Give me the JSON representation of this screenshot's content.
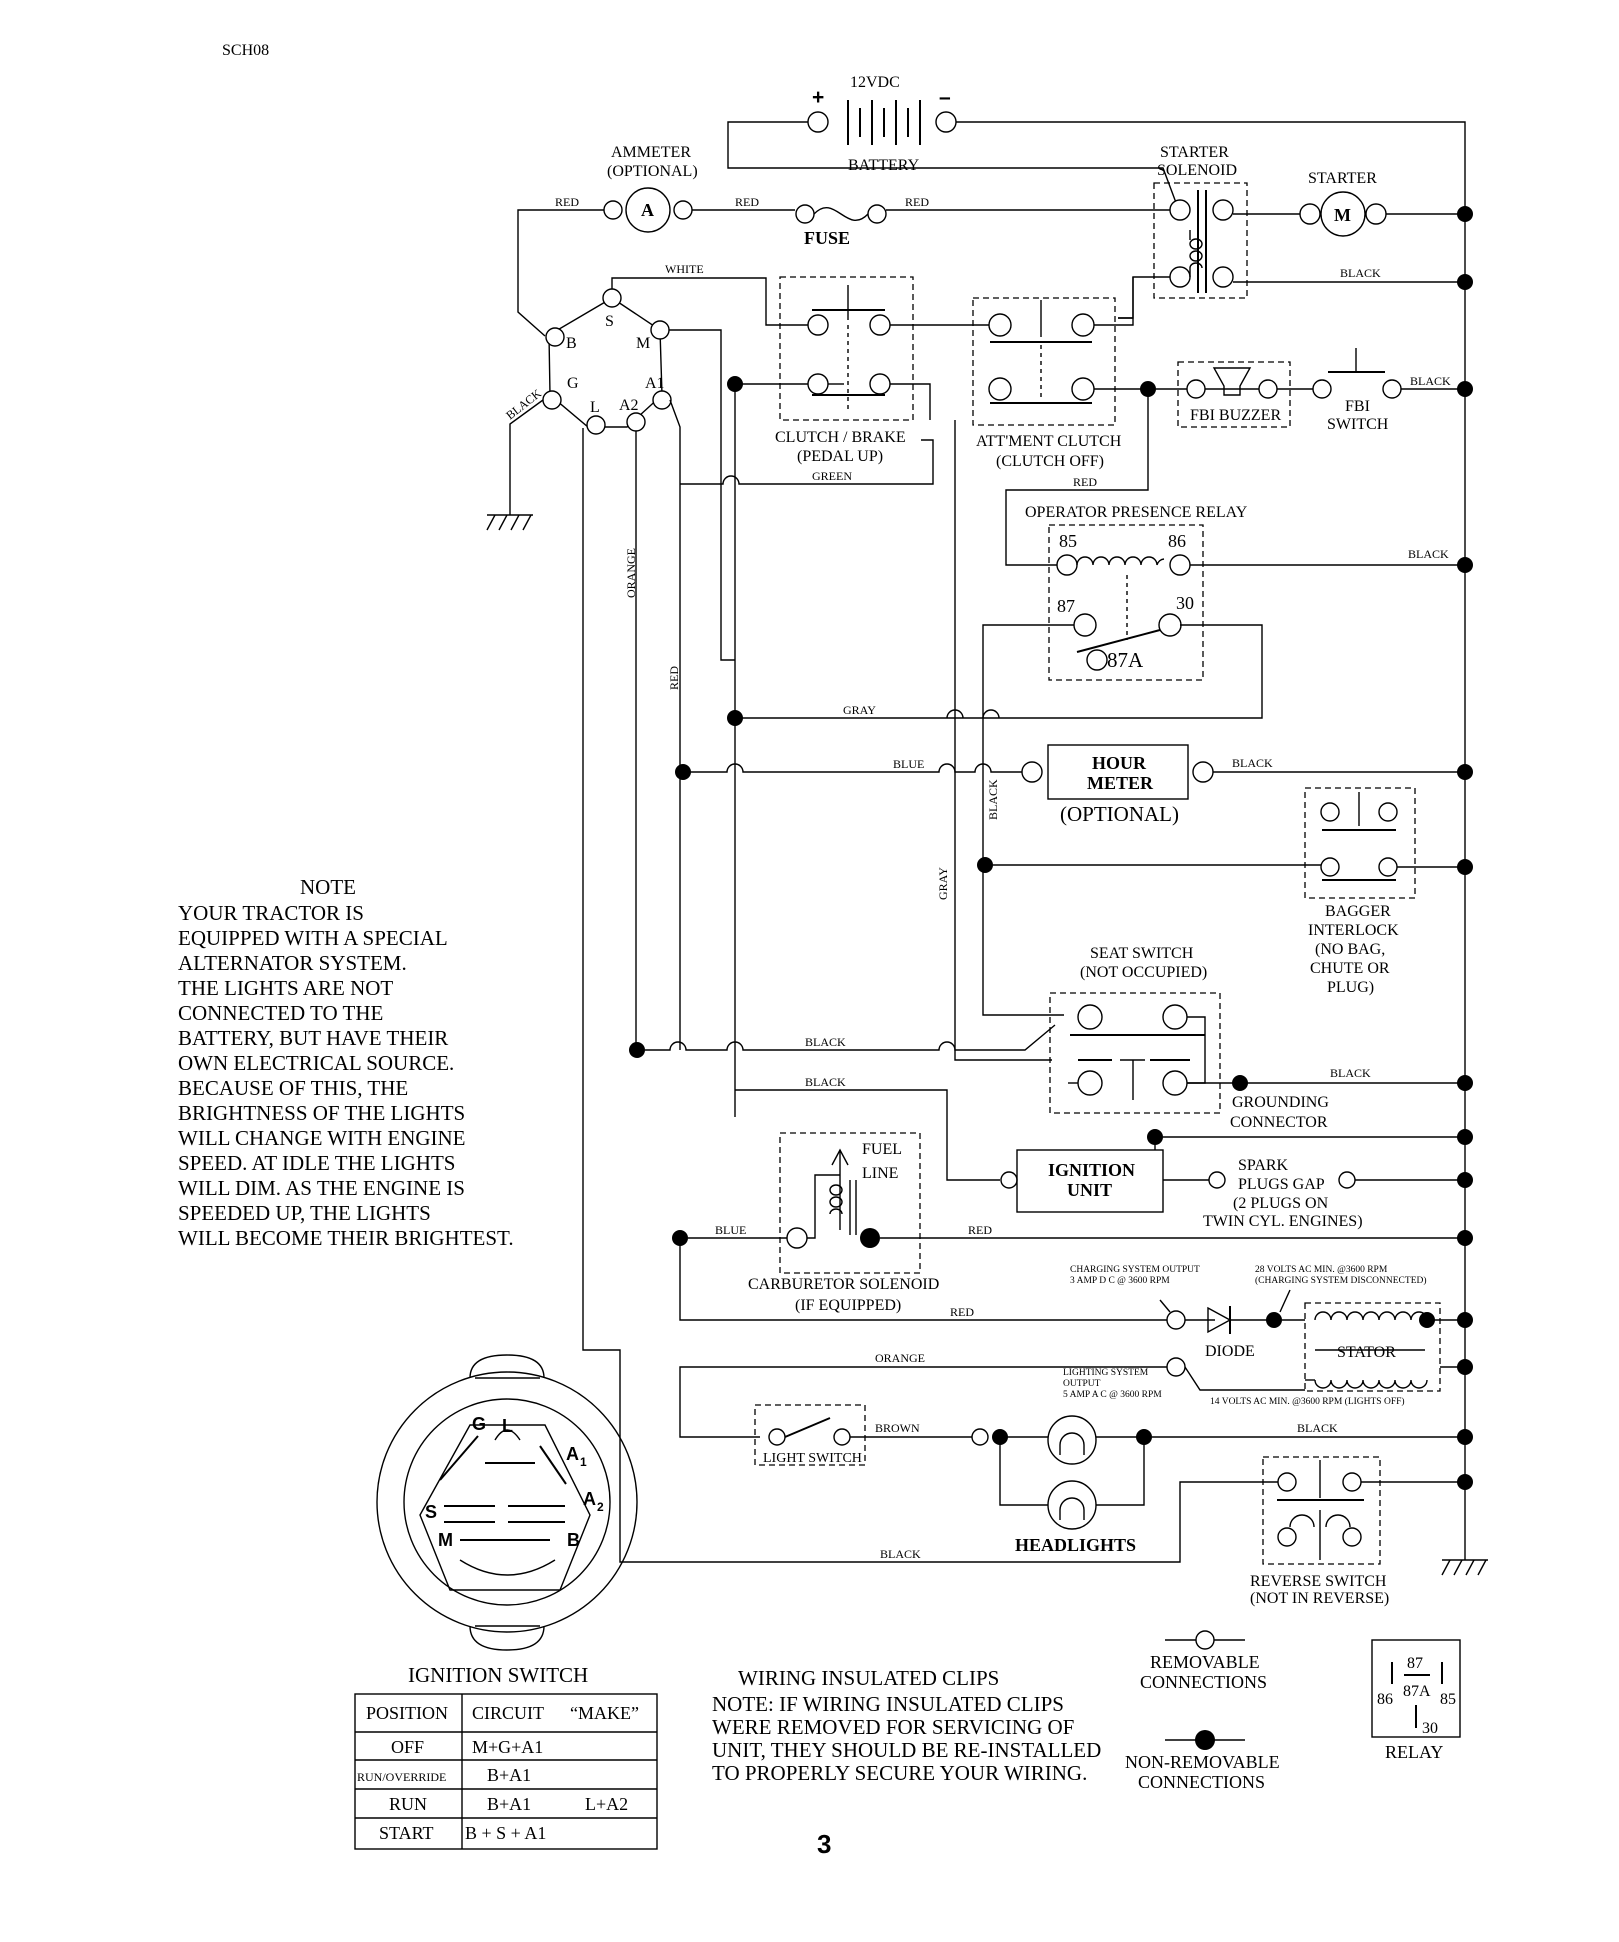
{
  "doc_code": "SCH08",
  "page_number": "3",
  "battery": {
    "voltage": "12VDC",
    "plus": "+",
    "minus": "–",
    "label": "BATTERY"
  },
  "ammeter": {
    "label1": "AMMETER",
    "label2": "(OPTIONAL)",
    "symbol": "A"
  },
  "fuse": "FUSE",
  "starter_solenoid": {
    "l1": "STARTER",
    "l2": "SOLENOID"
  },
  "starter": {
    "label": "STARTER",
    "symbol": "M"
  },
  "clutch_brake": {
    "l1": "CLUTCH / BRAKE",
    "l2": "(PEDAL UP)"
  },
  "attment_clutch": {
    "l1": "ATT'MENT CLUTCH",
    "l2": "(CLUTCH OFF)"
  },
  "fbi_buzzer": "FBI BUZZER",
  "fbi_switch": {
    "l1": "FBI",
    "l2": "SWITCH"
  },
  "opr": {
    "title": "OPERATOR PRESENCE RELAY",
    "p85": "85",
    "p86": "86",
    "p87": "87",
    "p30": "30",
    "p87a": "87A"
  },
  "hour_meter": {
    "l1": "HOUR",
    "l2": "METER",
    "opt": "(OPTIONAL)"
  },
  "bagger": {
    "l1": "BAGGER",
    "l2": "INTERLOCK",
    "l3": "(NO BAG,",
    "l4": "CHUTE OR",
    "l5": "PLUG)"
  },
  "seat_switch": {
    "l1": "SEAT SWITCH",
    "l2": "(NOT OCCUPIED)"
  },
  "grounding": {
    "l1": "GROUNDING",
    "l2": "CONNECTOR"
  },
  "ignition_unit": {
    "l1": "IGNITION",
    "l2": "UNIT"
  },
  "spark": {
    "l1": "SPARK",
    "l2": "PLUGS GAP",
    "l3": "(2 PLUGS ON",
    "l4": "TWIN CYL. ENGINES)"
  },
  "carb": {
    "fuel": "FUEL",
    "line": "LINE",
    "l1": "CARBURETOR SOLENOID",
    "l2": "(IF EQUIPPED)"
  },
  "charging": {
    "out1": "CHARGING SYSTEM OUTPUT",
    "out2": "3 AMP D C @ 3600 RPM",
    "min1": "28 VOLTS AC MIN. @3600 RPM",
    "min2": "(CHARGING SYSTEM DISCONNECTED)"
  },
  "diode": "DIODE",
  "stator": "STATOR",
  "lighting": {
    "l1": "LIGHTING SYSTEM",
    "l2": "OUTPUT",
    "l3": "5 AMP A C @ 3600 RPM",
    "l4": "14 VOLTS AC MIN. @3600 RPM (LIGHTS OFF)"
  },
  "light_switch": "LIGHT SWITCH",
  "headlights": "HEADLIGHTS",
  "reverse": {
    "l1": "REVERSE SWITCH",
    "l2": "(NOT IN REVERSE)"
  },
  "ign_terminals": {
    "b": "B",
    "s": "S",
    "m": "M",
    "g": "G",
    "a1": "A1",
    "l": "L",
    "a2": "A2"
  },
  "ign_face": {
    "g": "G",
    "l": "L",
    "a": "A",
    "one": "1",
    "two": "2",
    "s": "S",
    "m": "M",
    "b": "B"
  },
  "wires": {
    "red": "RED",
    "white": "WHITE",
    "black": "BLACK",
    "green": "GREEN",
    "orange": "ORANGE",
    "gray": "GRAY",
    "blue": "BLUE",
    "brown": "BROWN"
  },
  "note": {
    "title": "NOTE",
    "lines": [
      "YOUR TRACTOR IS",
      "EQUIPPED WITH A SPECIAL",
      "ALTERNATOR SYSTEM.",
      "THE LIGHTS ARE NOT",
      "CONNECTED TO THE",
      "BATTERY, BUT HAVE THEIR",
      "OWN ELECTRICAL SOURCE.",
      "BECAUSE OF THIS, THE",
      "BRIGHTNESS OF THE LIGHTS",
      "WILL CHANGE WITH ENGINE",
      "SPEED.  AT IDLE THE LIGHTS",
      "WILL DIM.  AS THE ENGINE IS",
      "SPEEDED UP, THE LIGHTS",
      "WILL BECOME THEIR BRIGHTEST."
    ]
  },
  "ignition_switch_title": "IGNITION SWITCH",
  "table": {
    "headers": [
      "POSITION",
      "CIRCUIT",
      "“MAKE”"
    ],
    "rows": [
      [
        "OFF",
        "M+G+A1",
        ""
      ],
      [
        "RUN/OVERRIDE",
        "B+A1",
        ""
      ],
      [
        "RUN",
        "B+A1",
        "L+A2"
      ],
      [
        "START",
        "B + S + A1",
        ""
      ]
    ]
  },
  "clips": {
    "title": "WIRING INSULATED CLIPS",
    "lines": [
      "NOTE:  IF WIRING INSULATED CLIPS",
      "WERE REMOVED FOR SERVICING OF",
      " UNIT, THEY SHOULD BE RE-INSTALLED",
      "TO PROPERLY SECURE YOUR WIRING."
    ]
  },
  "legend": {
    "removable1": "REMOVABLE",
    "removable2": "CONNECTIONS",
    "nonremovable1": "NON-REMOVABLE",
    "nonremovable2": "CONNECTIONS"
  },
  "relay_legend": {
    "p87": "87",
    "p87a": "87A",
    "p86": "86",
    "p85": "85",
    "p30": "30",
    "label": "RELAY"
  }
}
